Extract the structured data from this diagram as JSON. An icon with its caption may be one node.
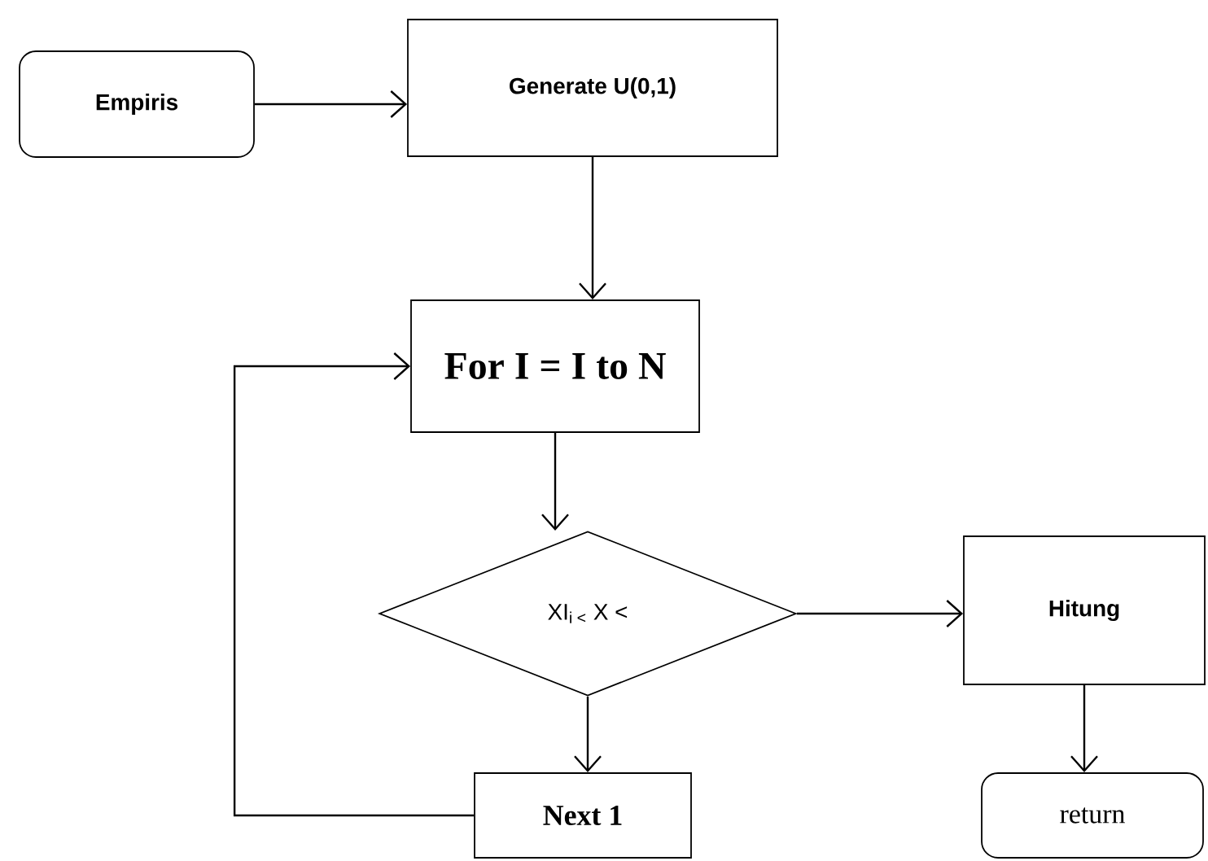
{
  "diagram": {
    "nodes": [
      {
        "text": [
          "Empiris"
        ]
      },
      {
        "text": [
          "Generate U(0,1)"
        ]
      },
      {
        "text": [
          "For I = I to N"
        ]
      },
      {
        "text": [
          "XI$_{i <}$ X <"
        ]
      },
      {
        "text": [
          "Hitung"
        ]
      },
      {
        "text": [
          "Next 1"
        ]
      },
      {
        "text": [
          "return"
        ]
      }
    ],
    "edges": [
      {
        "from": 0,
        "to": 1,
        "arrow": "to"
      },
      {
        "from": 1,
        "to": 2,
        "arrow": "to"
      },
      {
        "from": 2,
        "to": 3,
        "arrow": "to"
      },
      {
        "from": 3,
        "to": 4,
        "arrow": "to"
      },
      {
        "from": 3,
        "to": 5,
        "arrow": "to"
      },
      {
        "from": 4,
        "to": 6,
        "arrow": "to"
      },
      {
        "from": 5,
        "to": 2,
        "arrow": "to"
      }
    ]
  }
}
